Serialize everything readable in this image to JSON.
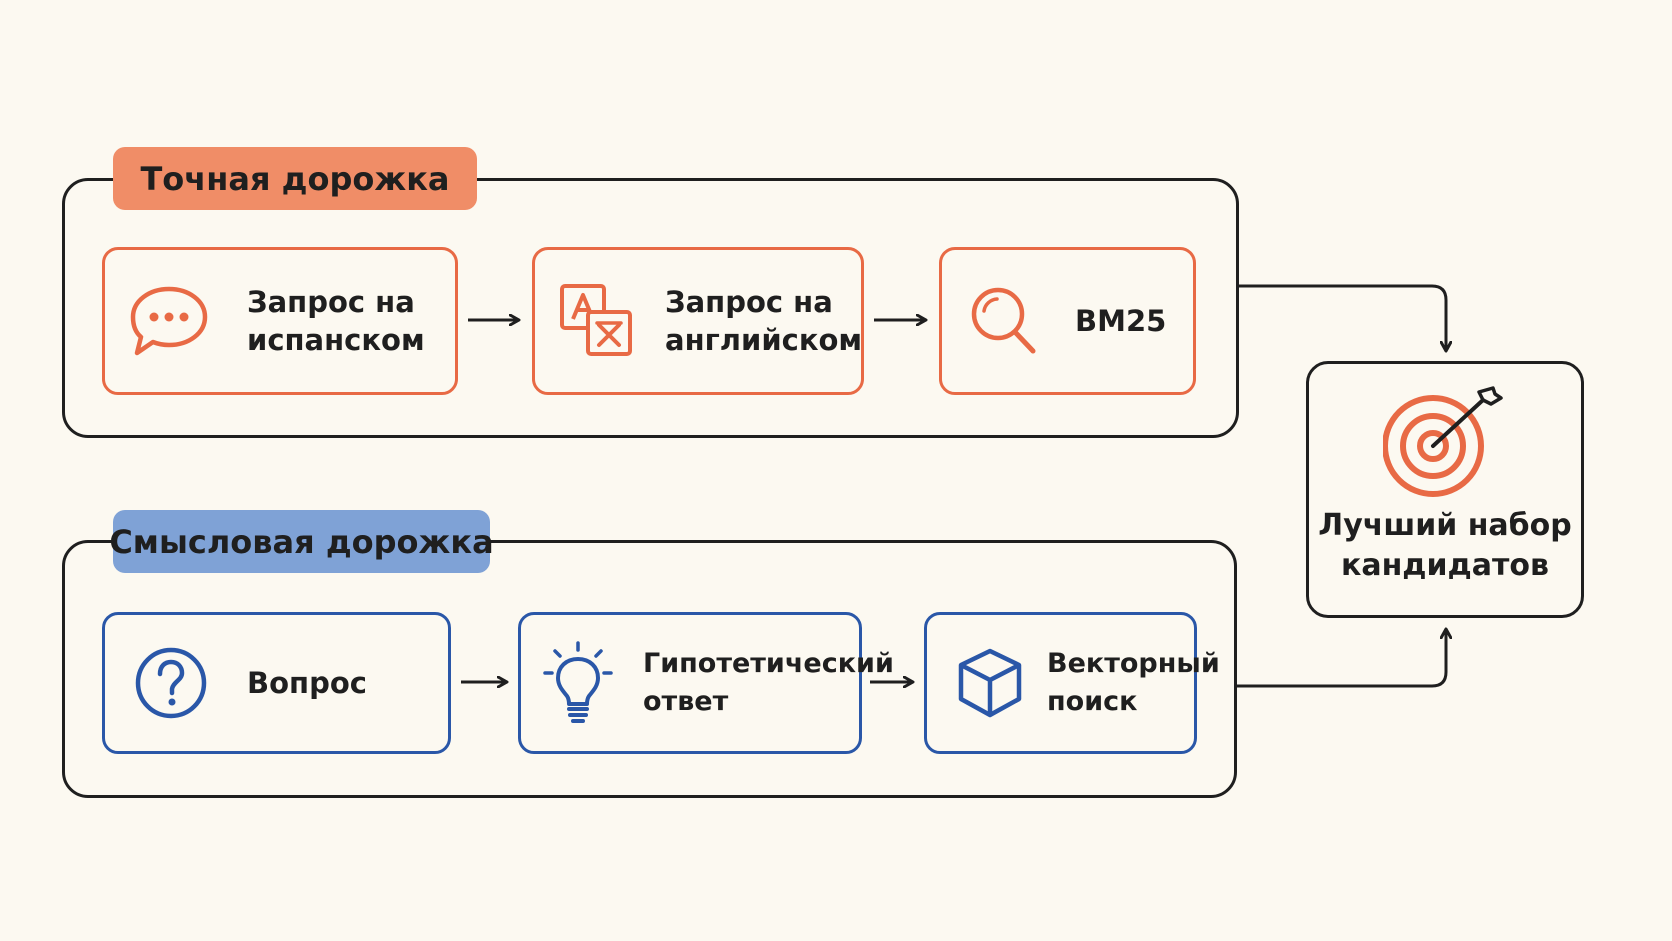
{
  "lanes": {
    "exact": {
      "label": "Точная дорожка",
      "color": "#f08d67",
      "accent": "#e86a45",
      "steps": [
        {
          "line1": "Запрос на",
          "line2": "испанском",
          "icon": "chat-bubble-icon"
        },
        {
          "line1": "Запрос на",
          "line2": "английском",
          "icon": "translate-icon"
        },
        {
          "line1": "BM25",
          "line2": "",
          "icon": "search-icon"
        }
      ]
    },
    "semantic": {
      "label": "Смысловая дорожка",
      "color": "#7fa2d6",
      "accent": "#2a57a8",
      "steps": [
        {
          "line1": "Вопрос",
          "line2": "",
          "icon": "question-icon"
        },
        {
          "line1": "Гипотетический",
          "line2": "ответ",
          "icon": "lightbulb-icon"
        },
        {
          "line1": "Векторный",
          "line2": "поиск",
          "icon": "cube-icon"
        }
      ]
    }
  },
  "result": {
    "line1": "Лучший набор",
    "line2": "кандидатов",
    "icon": "target-icon"
  }
}
